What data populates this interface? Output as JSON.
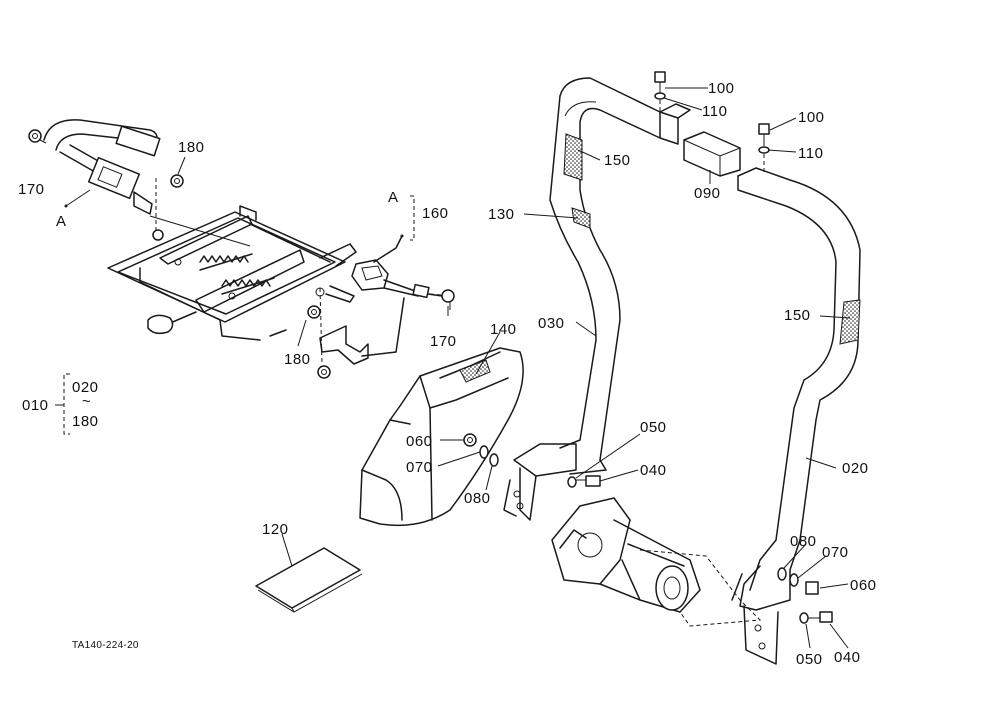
{
  "labels": {
    "l170a": "170",
    "lA1": "A",
    "l180a": "180",
    "lA2": "A",
    "l160": "160",
    "l180b": "180",
    "l170b": "170",
    "l010": "010",
    "l020a": "020",
    "ltilde": "~",
    "l180c": "180",
    "l100a": "100",
    "l110a": "110",
    "l100b": "100",
    "l110b": "110",
    "l150a": "150",
    "l130": "130",
    "l090": "090",
    "l030": "030",
    "l140": "140",
    "l150b": "150",
    "l060a": "060",
    "l070a": "070",
    "l080a": "080",
    "l050a": "050",
    "l040a": "040",
    "l020b": "020",
    "l080b": "080",
    "l070b": "070",
    "l060b": "060",
    "l050b": "050",
    "l040b": "040",
    "l120": "120",
    "lref": "TA140-224-20"
  }
}
